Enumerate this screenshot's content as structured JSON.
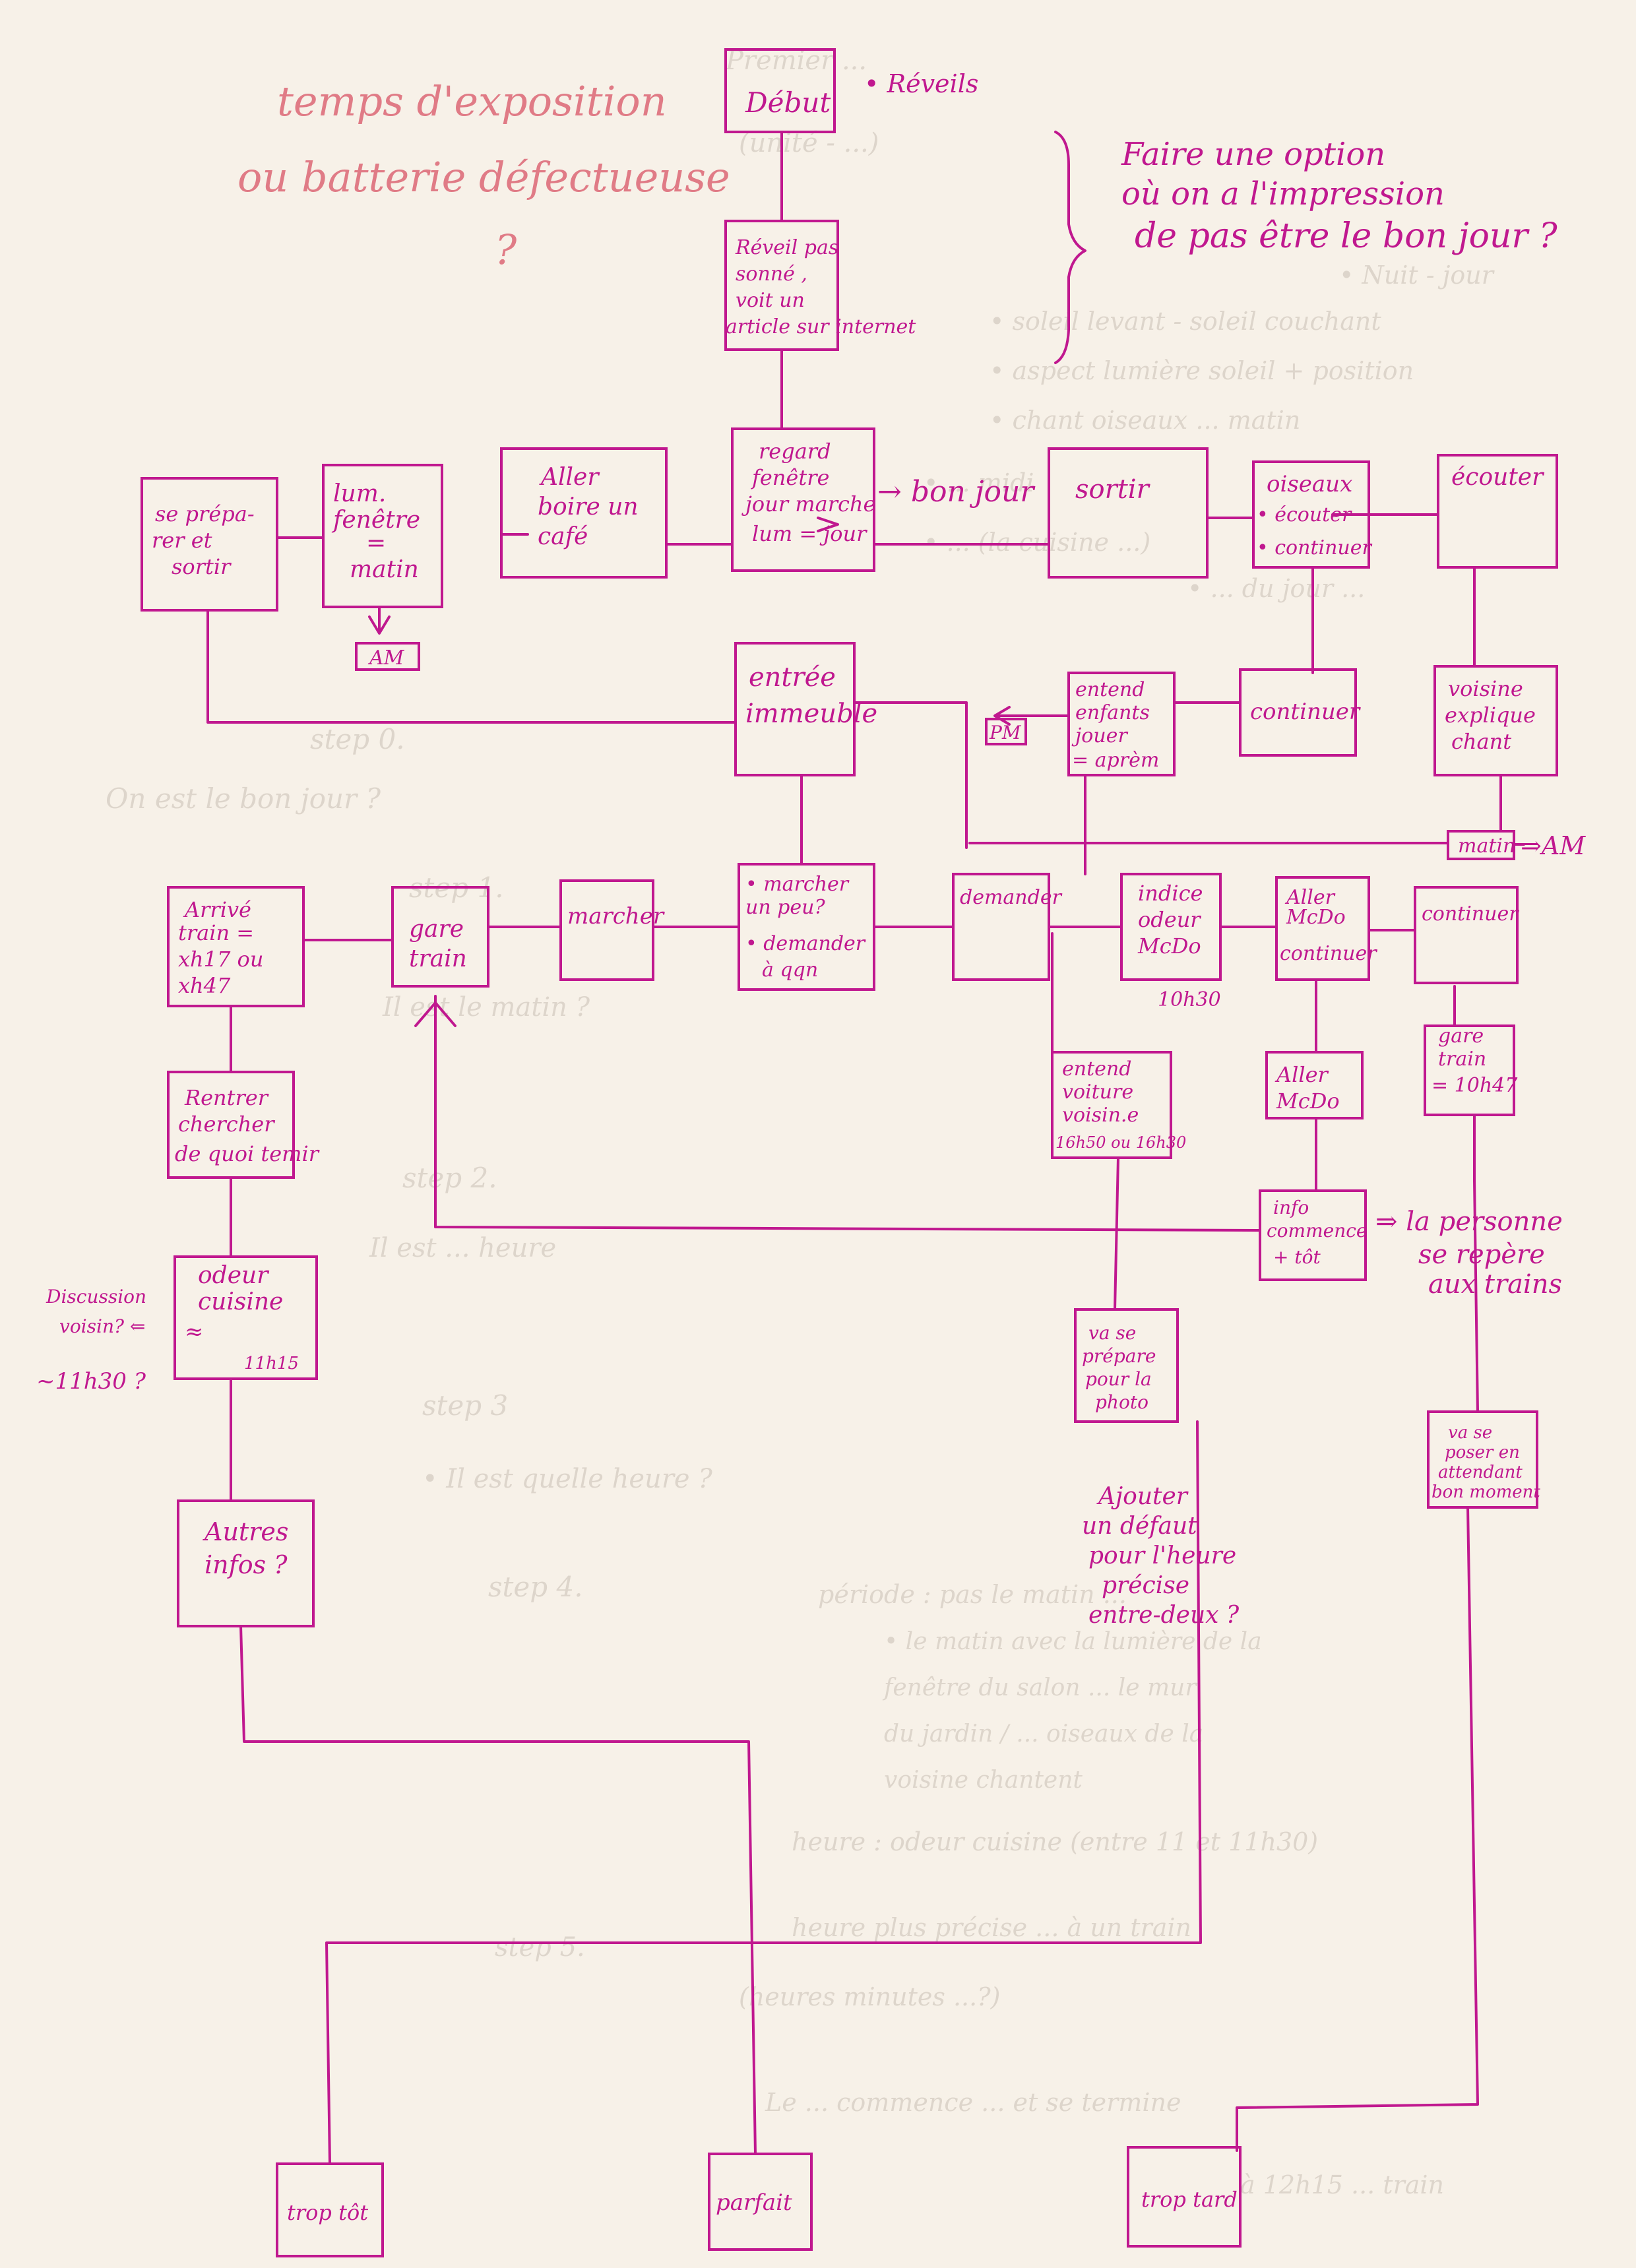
{
  "notes": {
    "top_title": [
      "temps d'exposition",
      "ou batterie défectueuse",
      "?"
    ],
    "right_comment": [
      "Faire une option",
      "où on a l'impression",
      "de pas être le bon jour ?"
    ],
    "reveils": "• Réveils",
    "discussion": [
      "Discussion",
      "voisin? ⇐"
    ],
    "time_1130": "~11h30 ?",
    "am_left": "AM",
    "pm": "PM",
    "am_right": "⇒AM",
    "bonjour": "→ bon jour",
    "personne": [
      "⇒ la personne",
      "se repère",
      "aux trains"
    ],
    "time_1030": "10h30",
    "ajouter": [
      "Ajouter",
      "un défaut",
      "pour l'heure",
      "précise",
      "entre-deux ?"
    ]
  },
  "boxes": {
    "debut": [
      "Début"
    ],
    "reveil": [
      "Réveil pas",
      "sonné ,",
      "voit un",
      "article sur internet"
    ],
    "regard": [
      "regard",
      "fenêtre",
      "jour marche",
      "lum = jour"
    ],
    "sortir": [
      "sortir"
    ],
    "oiseaux": [
      "oiseaux",
      "• écouter",
      "• continuer"
    ],
    "ecouter": [
      "écouter"
    ],
    "aller_cafe": [
      "Aller",
      "boire un",
      "café"
    ],
    "lum_fenetre": [
      "lum.",
      "fenêtre",
      "=",
      "matin"
    ],
    "se_preparer": [
      "se prépa-",
      "rer et",
      "sortir"
    ],
    "entree": [
      "entrée",
      "immeuble"
    ],
    "entend_enfants": [
      "entend",
      "enfants",
      "jouer",
      "= aprèm"
    ],
    "continuer_a": [
      "continuer"
    ],
    "voisine": [
      "voisine",
      "explique",
      "chant"
    ],
    "matin": [
      "matin"
    ],
    "arrive_train": [
      "Arrivé",
      "train =",
      "xh17 ou",
      "xh47"
    ],
    "gare_train": [
      "gare",
      "train"
    ],
    "marcher": [
      "marcher"
    ],
    "marcher_demander": [
      "• marcher",
      "un peu?",
      "• demander",
      "à qqn"
    ],
    "demander": [
      "demander"
    ],
    "indice": [
      "indice",
      "odeur",
      "McDo"
    ],
    "aller_mcdo_cont": [
      "Aller",
      "McDo",
      "continuer"
    ],
    "continuer_b": [
      "continuer"
    ],
    "gare_1047": [
      "gare",
      "train",
      "= 10h47"
    ],
    "aller_mcdo": [
      "Aller",
      "McDo"
    ],
    "entend_voiture": [
      "entend",
      "voiture",
      "voisin.e",
      "16h50 ou 16h30"
    ],
    "info_commence": [
      "info",
      "commence",
      "+ tôt"
    ],
    "rentrer": [
      "Rentrer",
      "chercher",
      "de quoi temir"
    ],
    "odeur_cuisine": [
      "odeur",
      "cuisine",
      "≈",
      "11h15"
    ],
    "autres_infos": [
      "Autres",
      "infos ?"
    ],
    "se_prepare_photo": [
      "va se",
      "prépare",
      "pour la",
      "photo"
    ],
    "va_poser": [
      "va se",
      "poser en",
      "attendant",
      "bon moment"
    ],
    "trop_tot": [
      "trop tôt"
    ],
    "parfait": [
      "parfait"
    ],
    "trop_tard": [
      "trop tard"
    ]
  },
  "ghost_text": [
    "Premier ... ",
    "(unité - ...)",
    "• Nuit - jour",
    "• soleil levant - soleil couchant",
    "• aspect lumière soleil + position",
    "• chant oiseaux ... matin",
    "• ... midi",
    "• ... (la cuisine ...)",
    "• ... du jour ...",
    "step 0.",
    "On est le bon jour ?",
    "step 1.",
    "Il est le matin ?",
    "step 2.",
    "Il est ... heure",
    "step 3",
    "• Il est quelle heure ?",
    "step 4.",
    "période : pas le matin ...",
    "• le matin avec la lumière de la",
    "fenêtre du salon ... le mur",
    "du jardin / ... oiseaux de la",
    "voisine chantent",
    "heure : odeur cuisine (entre 11 et 11h30)",
    "heure plus précise ... à un train",
    "step 5.",
    "(heures minutes ...?)",
    "Le ... commence ... et se termine",
    "à 12h15 ... train"
  ]
}
